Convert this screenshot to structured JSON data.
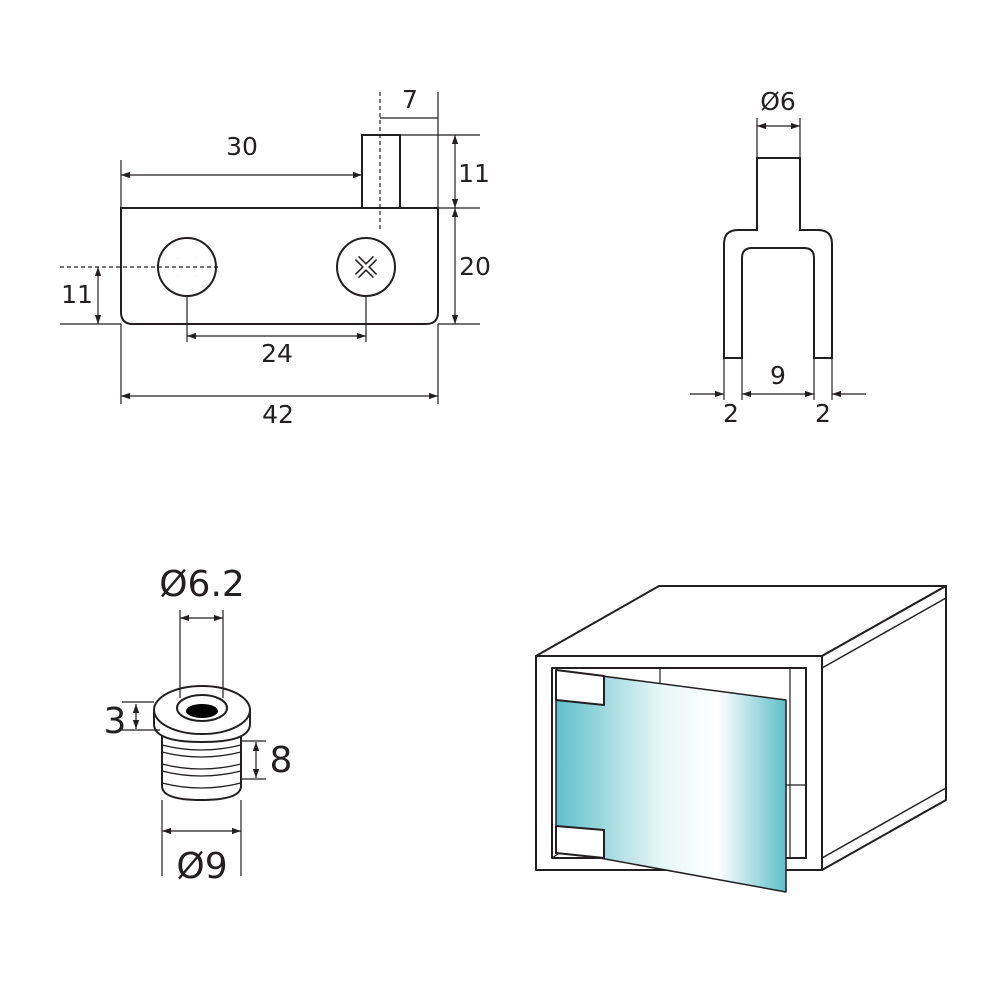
{
  "bracket": {
    "dims": {
      "pin_width": "7",
      "pin_offset": "30",
      "pin_height": "11",
      "plate_height": "20",
      "hole_height": "11",
      "hole_spacing": "24",
      "plate_length": "42"
    }
  },
  "fork": {
    "dims": {
      "shaft_dia": "Ø6",
      "inner_width": "9",
      "left_wall": "2",
      "right_wall": "2"
    }
  },
  "bushing": {
    "dims": {
      "inner_dia": "Ø6.2",
      "head_height": "3",
      "body_height": "8",
      "outer_dia": "Ø9"
    }
  },
  "colors": {
    "line": "#231f20",
    "glass_edge": "#6fc6cf",
    "glass_mid": "#d9f2f4"
  }
}
